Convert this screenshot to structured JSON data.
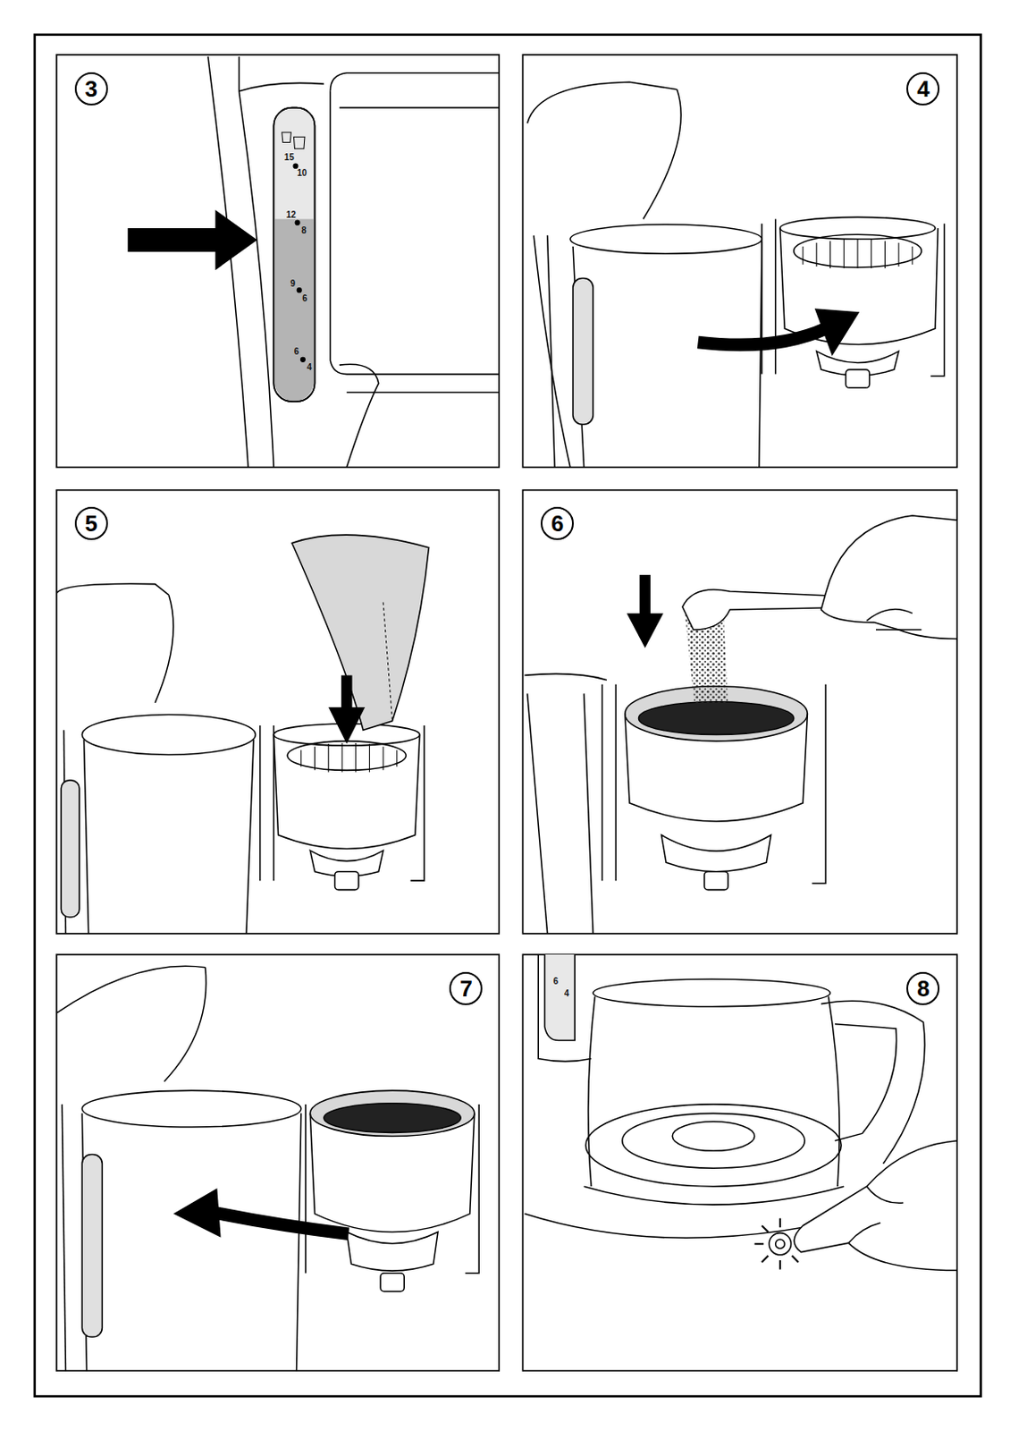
{
  "diagram": {
    "nodes": [
      {
        "text": [
          "3"
        ]
      },
      {
        "text": [
          "4"
        ]
      },
      {
        "text": [
          "5"
        ]
      },
      {
        "text": [
          "6"
        ]
      },
      {
        "text": [
          "7"
        ]
      },
      {
        "text": [
          "8"
        ]
      }
    ],
    "labels": [
      "15",
      "10",
      "12",
      "8",
      "9",
      "6",
      "6",
      "4",
      "6",
      "4"
    ]
  }
}
